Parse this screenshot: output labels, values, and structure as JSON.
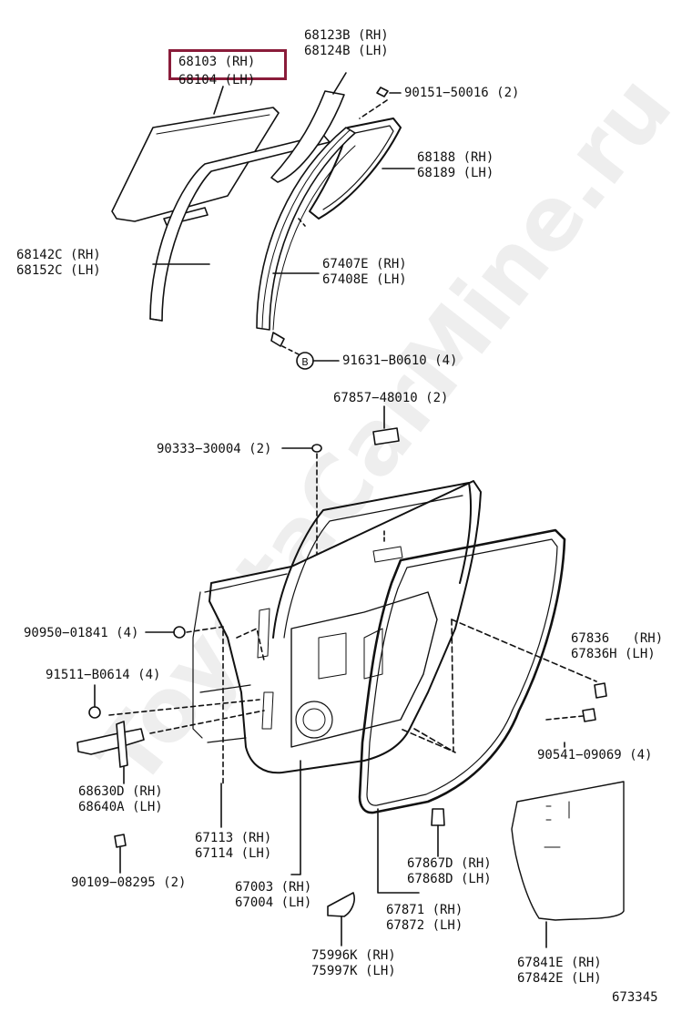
{
  "highlight_color": "#8a1c3a",
  "watermark": "ToyotaCarMine.ru",
  "figure_number": "673345",
  "highlighted_part": "68103 (RH)",
  "labels": {
    "p68104": "68104 (LH)",
    "p68123": "68123B (RH)\n68124B (LH)",
    "p90151": "90151−50016 (2)",
    "p68188": "68188 (RH)\n68189 (LH)",
    "p68142": "68142C (RH)\n68152C (LH)",
    "p67407": "67407E (RH)\n67408E (LH)",
    "p91631": "91631−B0610 (4)",
    "p67857": "67857−48010 (2)",
    "p90333": "90333−30004 (2)",
    "p90950": "90950−01841 (4)",
    "p67836": "67836   (RH)\n67836H (LH)",
    "p91511": "91511−B0614 (4)",
    "p90541": "90541−09069 (4)",
    "p68630": "68630D (RH)\n68640A (LH)",
    "p67113": "67113 (RH)\n67114 (LH)",
    "p67867": "67867D (RH)\n67868D (LH)",
    "p90109": "90109−08295 (2)",
    "p67003": "67003 (RH)\n67004 (LH)",
    "p67871": "67871 (RH)\n67872 (LH)",
    "p75996": "75996K (RH)\n75997K (LH)",
    "p67841": "67841E (RH)\n67842E (LH)"
  },
  "callout_letter": "B"
}
